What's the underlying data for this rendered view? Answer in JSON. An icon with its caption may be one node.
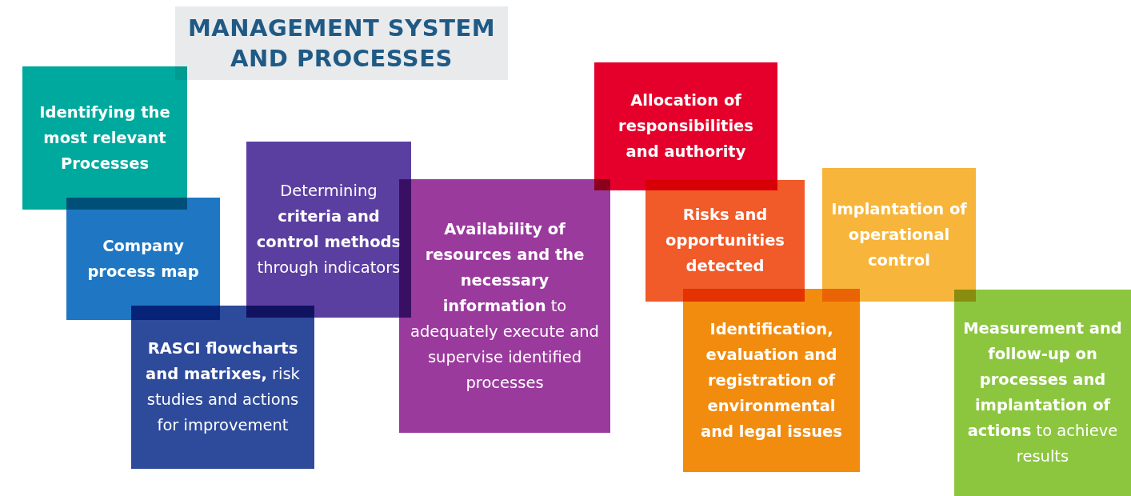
{
  "diagram": {
    "title": "MANAGEMENT SYSTEM AND PROCESSES",
    "nodes": [
      {
        "text": [
          "Identifying the most relevant Processes"
        ]
      },
      {
        "text": [
          "Company process map"
        ]
      },
      {
        "text": [
          "Determining **criteria and control methods** through indicators"
        ]
      },
      {
        "text": [
          "**RASCI flowcharts and matrixes,** risk studies and actions for improvement"
        ]
      },
      {
        "text": [
          "**Availability of resources and the necessary information** to adequately execute and supervise identified processes"
        ]
      },
      {
        "text": [
          "Allocation of responsibilities and authority"
        ]
      },
      {
        "text": [
          "Risks and opportunities detected"
        ]
      },
      {
        "text": [
          "Implantation of operational control"
        ]
      },
      {
        "text": [
          "Identification, evaluation and registration of environmental and legal issues"
        ]
      },
      {
        "text": [
          "**Measurement and follow-up on processes and implantation of actions** to achieve results"
        ]
      }
    ],
    "edges": []
  }
}
